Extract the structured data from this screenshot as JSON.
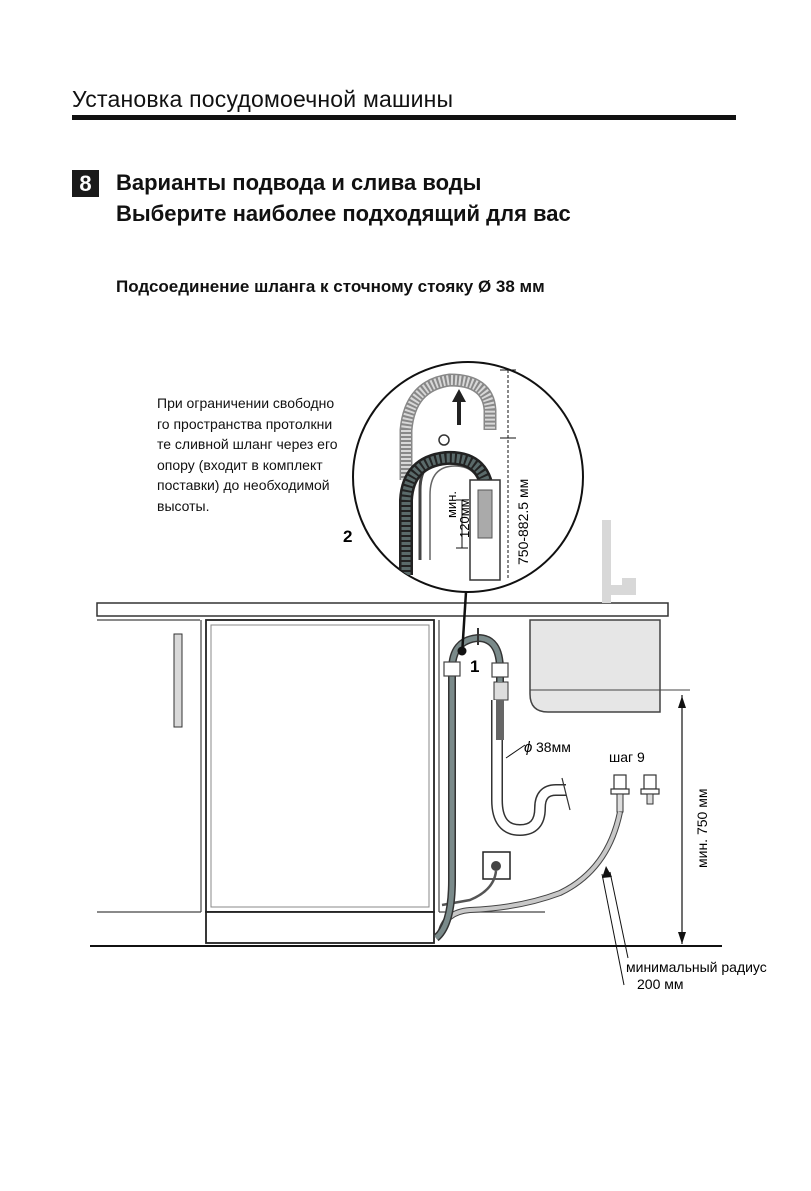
{
  "header": {
    "title": "Установка посудомоечной машины"
  },
  "section": {
    "number": "8",
    "title_line1": "Варианты подвода и слива воды",
    "title_line2": "Выберите наиболее подходящий для вас"
  },
  "subtitle": "Подсоединение шланга к сточному стояку Ø 38 мм",
  "note_lines": [
    "При ограничении свободно",
    "го пространства протолкни",
    "те сливной шланг через его",
    "опору (входит в комплект",
    "поставки) до необходимой",
    "высоты."
  ],
  "labels": {
    "callout_1": "1",
    "callout_2": "2",
    "min_label": "мин.",
    "min_value": "120мм",
    "height_range": "750-882.5 мм",
    "pipe_diameter": "38мм",
    "diameter_symbol": "ϕ",
    "step": "шаг 9",
    "min_height": "мин. 750 мм",
    "radius_line1": "минимальный радиус",
    "radius_line2": "200 мм"
  }
}
